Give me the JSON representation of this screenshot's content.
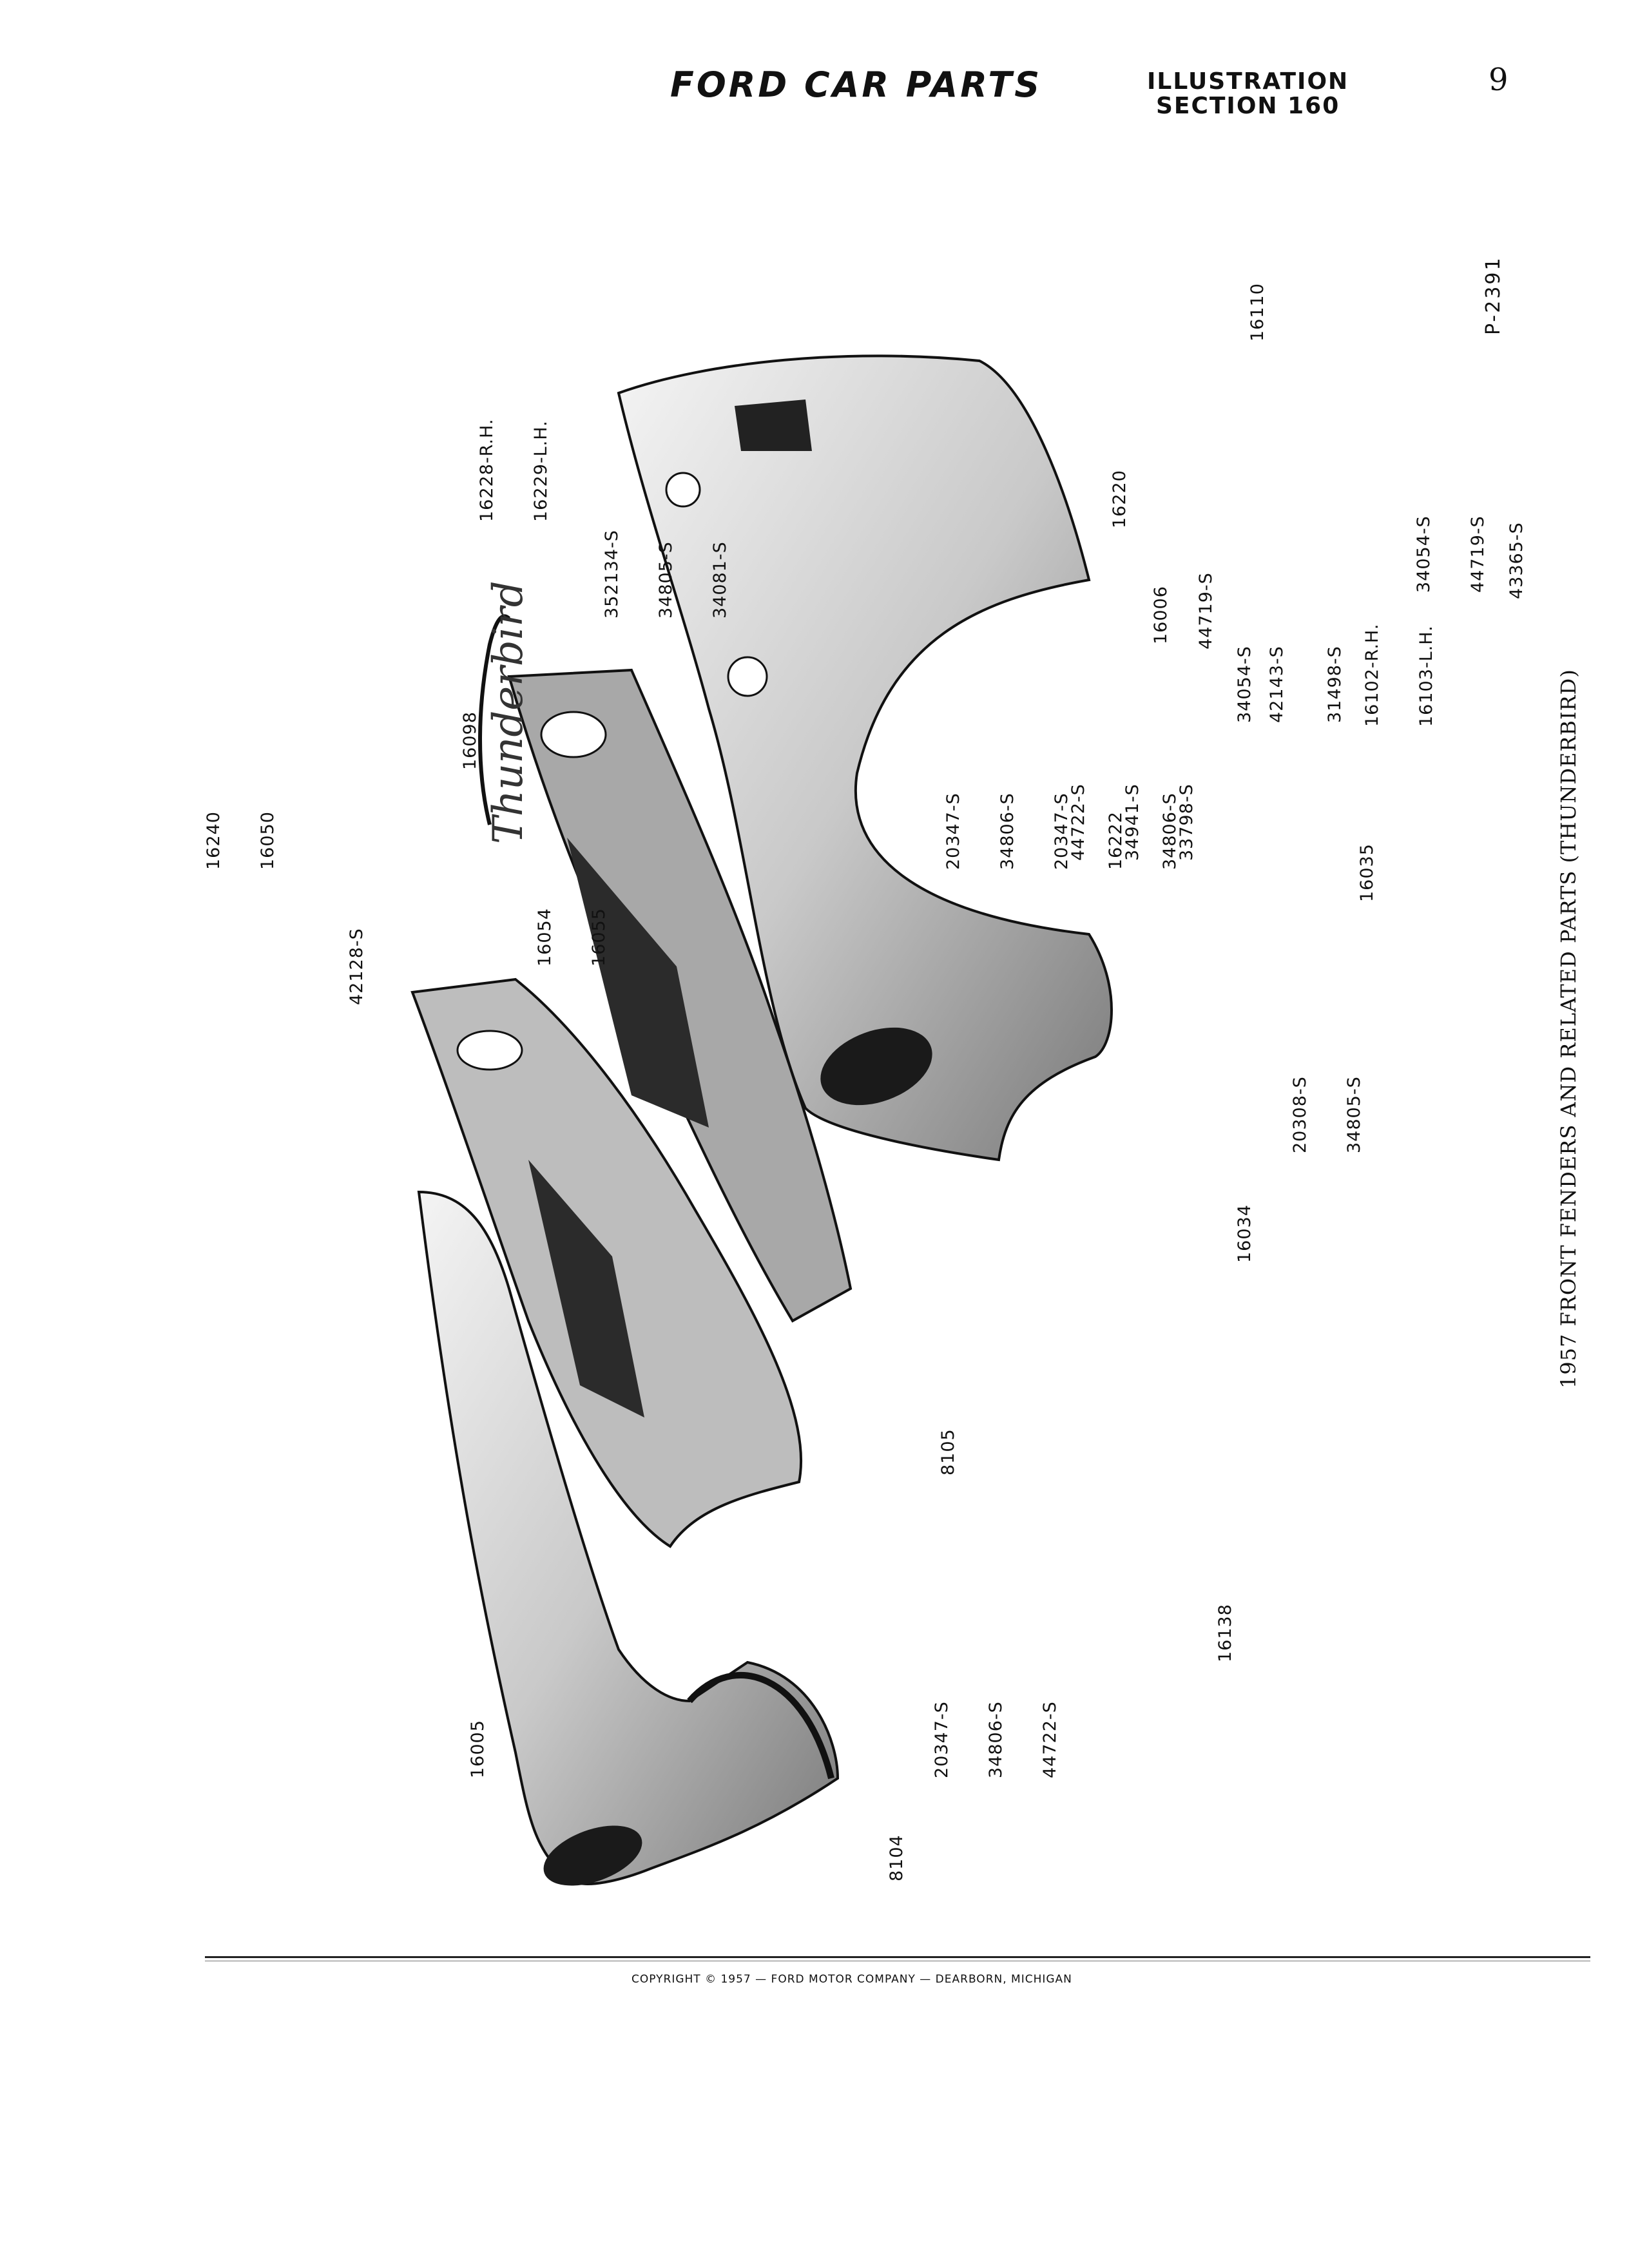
{
  "header": {
    "brand": "FORD CAR PARTS",
    "section_line1": "ILLUSTRATION",
    "section_line2": "SECTION 160",
    "page_number": "9"
  },
  "caption": "1957 FRONT FENDERS AND RELATED PARTS (THUNDERBIRD)",
  "plate_number": "P-2391",
  "footer": {
    "copyright": "COPYRIGHT © 1957 — FORD MOTOR COMPANY — DEARBORN, MICHIGAN"
  },
  "script_emblem": "Thunderbird",
  "callouts": {
    "c_16240": [
      "16240"
    ],
    "c_16050": [
      "16050"
    ],
    "c_42128s": [
      "42128-S"
    ],
    "c_16098": [
      "16098"
    ],
    "c_16054": [
      "16054",
      "16055"
    ],
    "c_16228": [
      "16228-R.H.",
      "16229-L.H."
    ],
    "c_352134": [
      "352134-S",
      "34805-S",
      "34081-S"
    ],
    "c_16220": [
      "16220"
    ],
    "c_16110": [
      "16110"
    ],
    "c_20347a": [
      "20347-S",
      "34806-S",
      "20347-S",
      "16222",
      "34806-S"
    ],
    "c_44722a": [
      "44722-S",
      "34941-S",
      "33798-S"
    ],
    "c_16006": [
      "16006"
    ],
    "c_44719a": [
      "44719-S"
    ],
    "c_34054a": [
      "34054-S"
    ],
    "c_42143": [
      "42143-S"
    ],
    "c_31498": [
      "31498-S"
    ],
    "c_16102": [
      "16102-R.H.",
      "16103-L.H."
    ],
    "c_34054b": [
      "34054-S",
      "44719-S"
    ],
    "c_43365": [
      "43365-S"
    ],
    "c_16035": [
      "16035"
    ],
    "c_20308": [
      "20308-S",
      "34805-S"
    ],
    "c_16034": [
      "16034"
    ],
    "c_8105": [
      "8105"
    ],
    "c_16138": [
      "16138"
    ],
    "c_16005": [
      "16005"
    ],
    "c_8104": [
      "8104"
    ],
    "c_20347b": [
      "20347-S",
      "34806-S",
      "44722-S"
    ]
  }
}
